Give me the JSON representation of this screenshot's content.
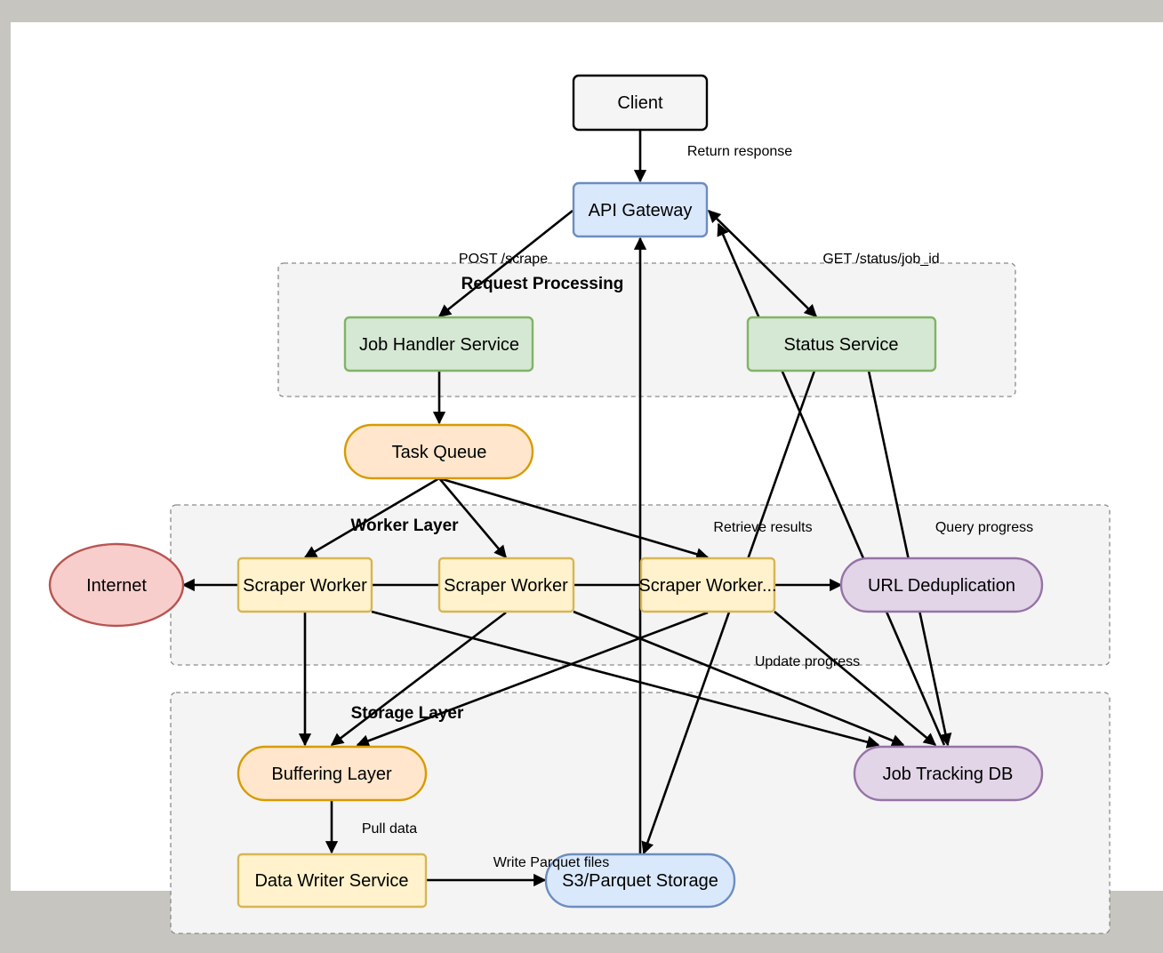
{
  "groups": {
    "request_processing": "Request Processing",
    "worker_layer": "Worker Layer",
    "storage_layer": "Storage Layer"
  },
  "nodes": {
    "client": "Client",
    "api_gateway": "API Gateway",
    "job_handler": "Job Handler Service",
    "status_service": "Status Service",
    "task_queue": "Task Queue",
    "internet": "Internet",
    "scraper_worker_1": "Scraper Worker",
    "scraper_worker_2": "Scraper Worker",
    "scraper_worker_3": "Scraper Worker...",
    "url_dedup": "URL Deduplication",
    "buffering_layer": "Buffering Layer",
    "job_tracking_db": "Job Tracking DB",
    "data_writer": "Data Writer Service",
    "s3_storage": "S3/Parquet Storage"
  },
  "edge_labels": {
    "return_response": "Return response",
    "post_scrape": "POST /scrape",
    "get_status": "GET /status/job_id",
    "retrieve_results": "Retrieve results",
    "query_progress": "Query progress",
    "update_progress": "Update progress",
    "pull_data": "Pull data",
    "write_parquet": "Write Parquet files"
  },
  "colors": {
    "client": "#f5f5f5",
    "blue": "#dae8fc",
    "green": "#d5e8d4",
    "orange": "#ffe6cc",
    "yellow": "#fff2cc",
    "purple": "#e1d5e7",
    "red": "#f8cecc"
  }
}
